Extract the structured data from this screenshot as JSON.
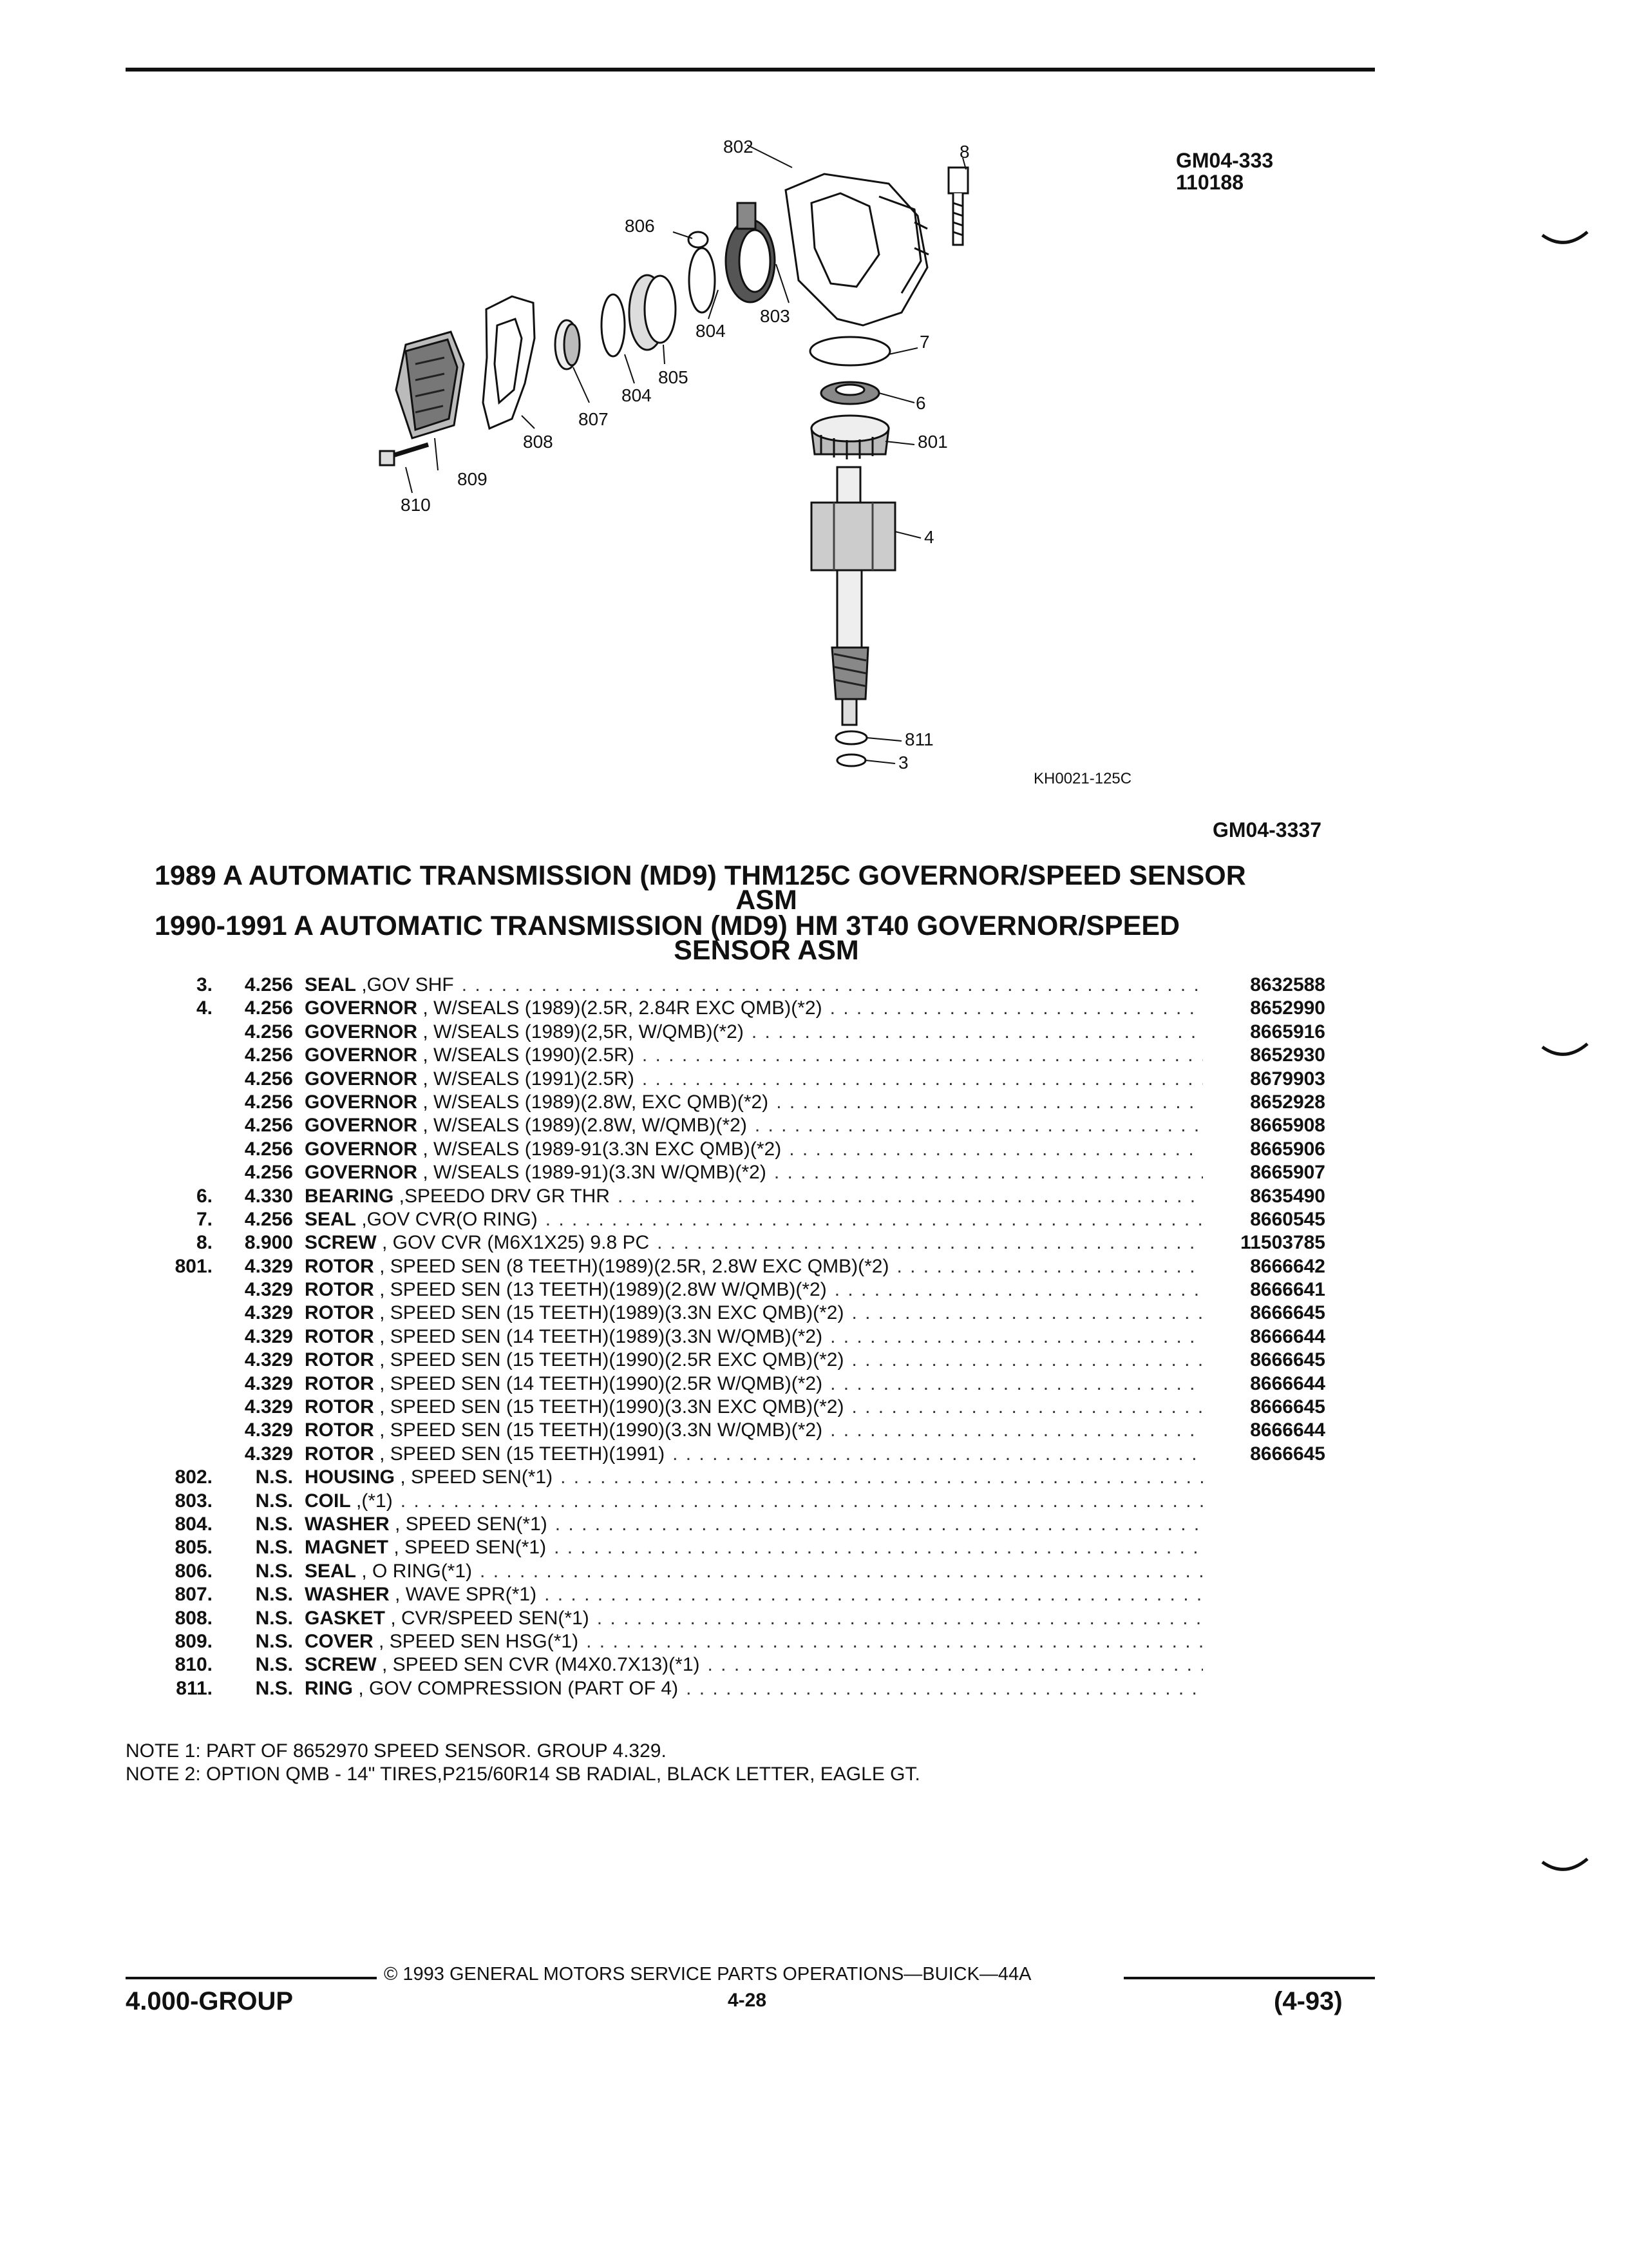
{
  "header": {
    "figure_code": "GM04-333",
    "figure_date": "110188",
    "illustration_code": "KH0021-125C",
    "section_code": "GM04-3337"
  },
  "diagram": {
    "callouts": [
      "802",
      "8",
      "806",
      "7",
      "803",
      "804",
      "805",
      "804",
      "807",
      "808",
      "809",
      "810",
      "6",
      "801",
      "4",
      "811",
      "3"
    ]
  },
  "titles": [
    {
      "line1": "1989 A AUTOMATIC TRANSMISSION (MD9) THM125C GOVERNOR/SPEED SENSOR",
      "line2": "ASM"
    },
    {
      "line1": "1990-1991 A AUTOMATIC TRANSMISSION (MD9) HM 3T40 GOVERNOR/SPEED",
      "line2": "SENSOR ASM"
    }
  ],
  "parts": [
    {
      "item": "3.",
      "group": "4.256",
      "name": "SEAL",
      "desc": " ,GOV SHF",
      "part": "8632588"
    },
    {
      "item": "4.",
      "group": "4.256",
      "name": "GOVERNOR",
      "desc": " , W/SEALS (1989)(2.5R, 2.84R EXC QMB)(*2)",
      "part": "8652990"
    },
    {
      "item": "",
      "group": "4.256",
      "name": "GOVERNOR",
      "desc": " , W/SEALS (1989)(2,5R, W/QMB)(*2)",
      "part": "8665916"
    },
    {
      "item": "",
      "group": "4.256",
      "name": "GOVERNOR",
      "desc": " , W/SEALS (1990)(2.5R)",
      "part": "8652930"
    },
    {
      "item": "",
      "group": "4.256",
      "name": "GOVERNOR",
      "desc": " , W/SEALS (1991)(2.5R)",
      "part": "8679903"
    },
    {
      "item": "",
      "group": "4.256",
      "name": "GOVERNOR",
      "desc": " , W/SEALS (1989)(2.8W, EXC QMB)(*2)",
      "part": "8652928"
    },
    {
      "item": "",
      "group": "4.256",
      "name": "GOVERNOR",
      "desc": " , W/SEALS (1989)(2.8W, W/QMB)(*2)",
      "part": "8665908"
    },
    {
      "item": "",
      "group": "4.256",
      "name": "GOVERNOR",
      "desc": " , W/SEALS (1989-91(3.3N EXC QMB)(*2)",
      "part": "8665906"
    },
    {
      "item": "",
      "group": "4.256",
      "name": "GOVERNOR",
      "desc": " , W/SEALS (1989-91)(3.3N W/QMB)(*2)",
      "part": "8665907"
    },
    {
      "item": "6.",
      "group": "4.330",
      "name": "BEARING",
      "desc": " ,SPEEDO DRV GR THR",
      "part": "8635490"
    },
    {
      "item": "7.",
      "group": "4.256",
      "name": "SEAL",
      "desc": " ,GOV CVR(O RING)",
      "part": "8660545"
    },
    {
      "item": "8.",
      "group": "8.900",
      "name": "SCREW",
      "desc": " , GOV CVR (M6X1X25) 9.8 PC",
      "part": "11503785"
    },
    {
      "item": "801.",
      "group": "4.329",
      "name": "ROTOR",
      "desc": " , SPEED SEN (8 TEETH)(1989)(2.5R, 2.8W EXC QMB)(*2)",
      "part": "8666642"
    },
    {
      "item": "",
      "group": "4.329",
      "name": "ROTOR",
      "desc": " , SPEED SEN (13 TEETH)(1989)(2.8W W/QMB)(*2)",
      "part": "8666641"
    },
    {
      "item": "",
      "group": "4.329",
      "name": "ROTOR",
      "desc": " , SPEED SEN (15 TEETH)(1989)(3.3N EXC QMB)(*2)",
      "part": "8666645"
    },
    {
      "item": "",
      "group": "4.329",
      "name": "ROTOR",
      "desc": " , SPEED SEN (14 TEETH)(1989)(3.3N W/QMB)(*2)",
      "part": "8666644"
    },
    {
      "item": "",
      "group": "4.329",
      "name": "ROTOR",
      "desc": " , SPEED SEN (15 TEETH)(1990)(2.5R EXC QMB)(*2)",
      "part": "8666645"
    },
    {
      "item": "",
      "group": "4.329",
      "name": "ROTOR",
      "desc": " , SPEED SEN (14 TEETH)(1990)(2.5R W/QMB)(*2)",
      "part": "8666644"
    },
    {
      "item": "",
      "group": "4.329",
      "name": "ROTOR",
      "desc": " , SPEED SEN (15 TEETH)(1990)(3.3N EXC QMB)(*2)",
      "part": "8666645"
    },
    {
      "item": "",
      "group": "4.329",
      "name": "ROTOR",
      "desc": " , SPEED SEN (15 TEETH)(1990)(3.3N W/QMB)(*2)",
      "part": "8666644"
    },
    {
      "item": "",
      "group": "4.329",
      "name": "ROTOR",
      "desc": " , SPEED SEN (15 TEETH)(1991)",
      "part": "8666645"
    },
    {
      "item": "802.",
      "group": "N.S.",
      "name": "HOUSING",
      "desc": " , SPEED SEN(*1)",
      "part": ""
    },
    {
      "item": "803.",
      "group": "N.S.",
      "name": "COIL",
      "desc": " ,(*1)",
      "part": ""
    },
    {
      "item": "804.",
      "group": "N.S.",
      "name": "WASHER",
      "desc": " , SPEED SEN(*1)",
      "part": ""
    },
    {
      "item": "805.",
      "group": "N.S.",
      "name": "MAGNET",
      "desc": " , SPEED SEN(*1)",
      "part": ""
    },
    {
      "item": "806.",
      "group": "N.S.",
      "name": "SEAL",
      "desc": " , O RING(*1)",
      "part": ""
    },
    {
      "item": "807.",
      "group": "N.S.",
      "name": "WASHER",
      "desc": " , WAVE SPR(*1)",
      "part": ""
    },
    {
      "item": "808.",
      "group": "N.S.",
      "name": "GASKET",
      "desc": " , CVR/SPEED SEN(*1)",
      "part": ""
    },
    {
      "item": "809.",
      "group": "N.S.",
      "name": "COVER",
      "desc": " , SPEED SEN HSG(*1)",
      "part": ""
    },
    {
      "item": "810.",
      "group": "N.S.",
      "name": "SCREW",
      "desc": " , SPEED SEN CVR (M4X0.7X13)(*1)",
      "part": ""
    },
    {
      "item": "811.",
      "group": "N.S.",
      "name": "RING",
      "desc": " , GOV COMPRESSION (PART OF 4)",
      "part": ""
    }
  ],
  "notes": [
    "NOTE  1:  PART OF 8652970 SPEED SENSOR. GROUP 4.329.",
    "NOTE  2:  OPTION QMB - 14\" TIRES,P215/60R14 SB RADIAL, BLACK LETTER, EAGLE GT."
  ],
  "footer": {
    "copyright": "© 1993  GENERAL MOTORS SERVICE PARTS OPERATIONS—BUICK—44A",
    "group": "4.000-GROUP",
    "page": "4-28",
    "revision": "(4-93)"
  }
}
